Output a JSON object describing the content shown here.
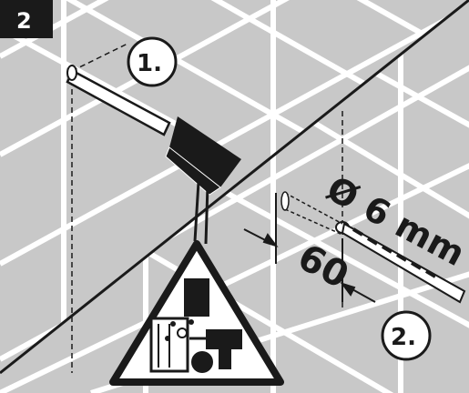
{
  "step_number": "2",
  "callouts": {
    "first": "1.",
    "second": "2."
  },
  "drill": {
    "diameter_label": "Ø 6 mm",
    "depth_label": "60"
  },
  "warning": {
    "icon": "warning-triangle-hidden-pipes-icon"
  },
  "colors": {
    "line": "#1a1a1a",
    "tile_bg": "#c8c8c8",
    "grout": "#ffffff",
    "badge_bg": "#1a1a1a"
  }
}
